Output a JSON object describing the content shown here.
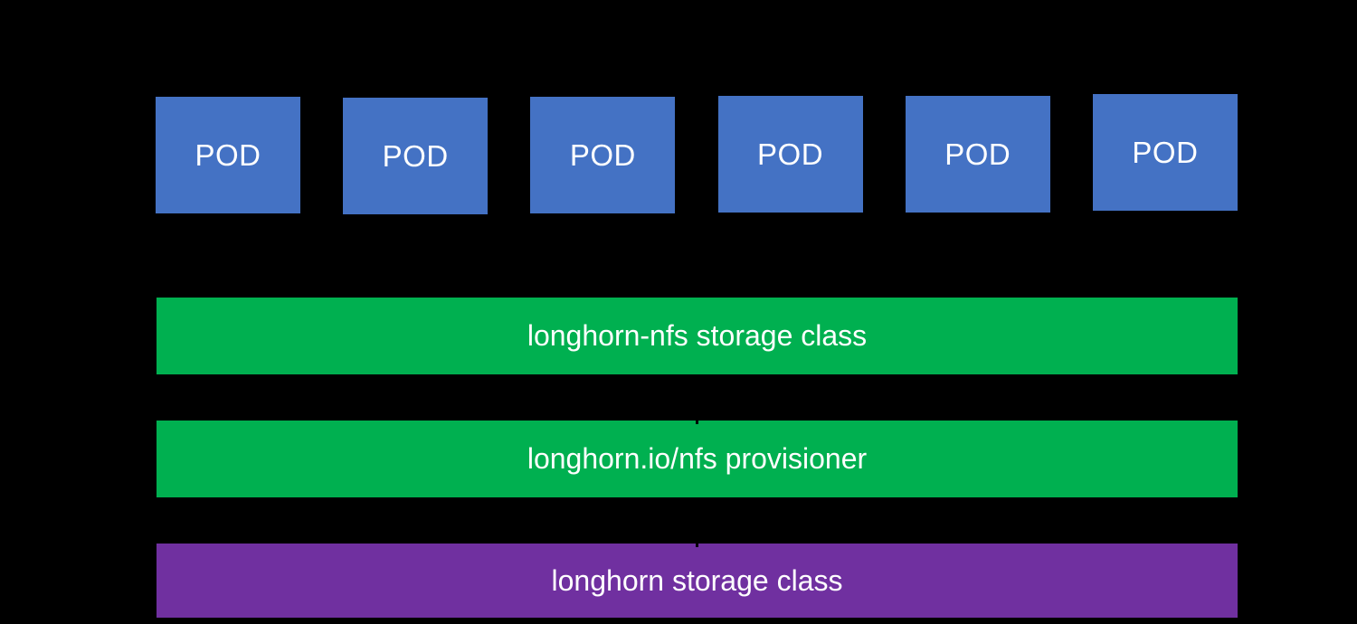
{
  "diagram": {
    "background_color": "#000000",
    "text_color": "#FFFFFF",
    "pods": {
      "count": 6,
      "label": "POD",
      "color": "#4472C4"
    },
    "layers": [
      {
        "label": "longhorn-nfs storage class",
        "color": "#00B050"
      },
      {
        "label": "longhorn.io/nfs provisioner",
        "color": "#00B050"
      },
      {
        "label": "longhorn storage class",
        "color": "#7030A0"
      }
    ]
  }
}
